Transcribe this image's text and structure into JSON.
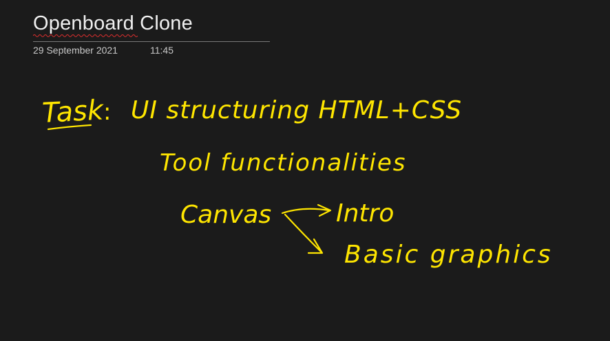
{
  "page": {
    "title": "Openboard Clone",
    "date": "29 September 2021",
    "time": "11:45"
  },
  "ink_notes": {
    "line1_label": "Task",
    "line1_separator": ":",
    "line1_text": "UI structuring HTML+CSS",
    "line2_text": "Tool functionalities",
    "line3_text": "Canvas",
    "branch1": "Intro",
    "branch2": "Basic graphics",
    "ink_color": "#ffe600"
  }
}
